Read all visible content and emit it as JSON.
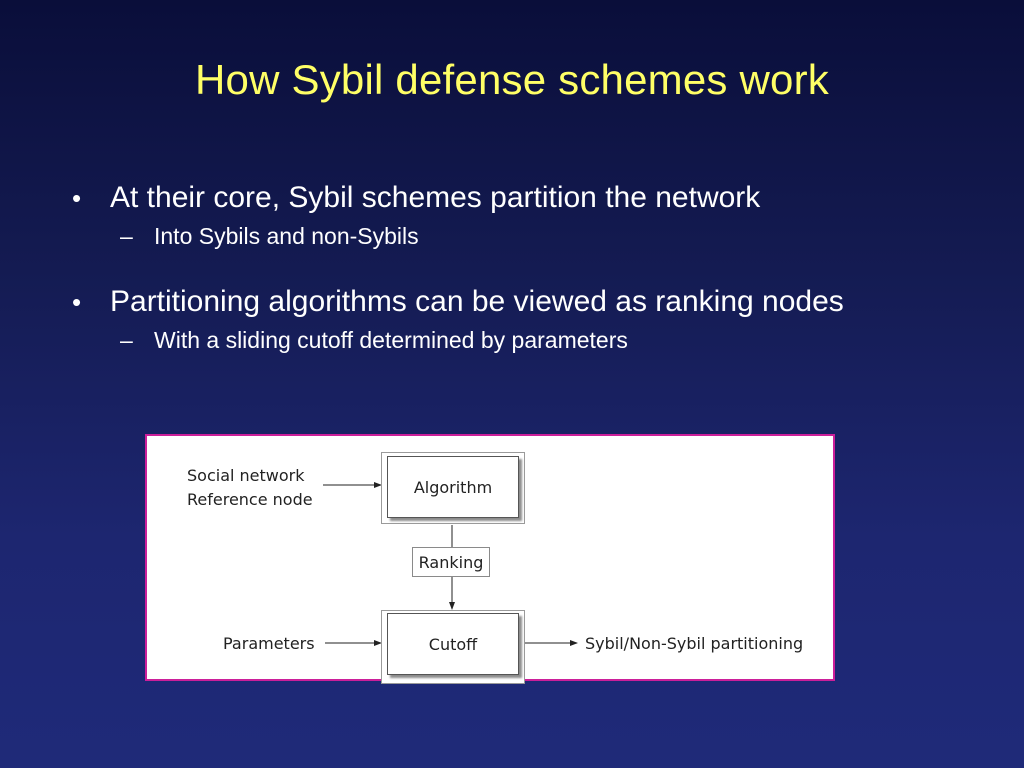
{
  "slide": {
    "title": "How Sybil defense schemes work",
    "bullets": [
      {
        "marker": "•",
        "text": "At their core, Sybil schemes partition the network",
        "sub": {
          "marker": "–",
          "text": "Into Sybils and non-Sybils"
        }
      },
      {
        "marker": "•",
        "text": "Partitioning algorithms can be viewed as ranking nodes",
        "sub": {
          "marker": "–",
          "text": "With a sliding cutoff determined by parameters"
        }
      }
    ]
  },
  "diagram": {
    "border_color": "#cc1f9a",
    "inputs": {
      "line1": "Social network",
      "line2": "Reference node",
      "parameters": "Parameters"
    },
    "algorithm_box": "Algorithm",
    "ranking_label": "Ranking",
    "cutoff_box": "Cutoff",
    "output": "Sybil/Non-Sybil partitioning"
  },
  "colors": {
    "title": "#ffff66",
    "text": "#ffffff",
    "background_top": "#0a0e3a",
    "background_bottom": "#1f2a79"
  }
}
